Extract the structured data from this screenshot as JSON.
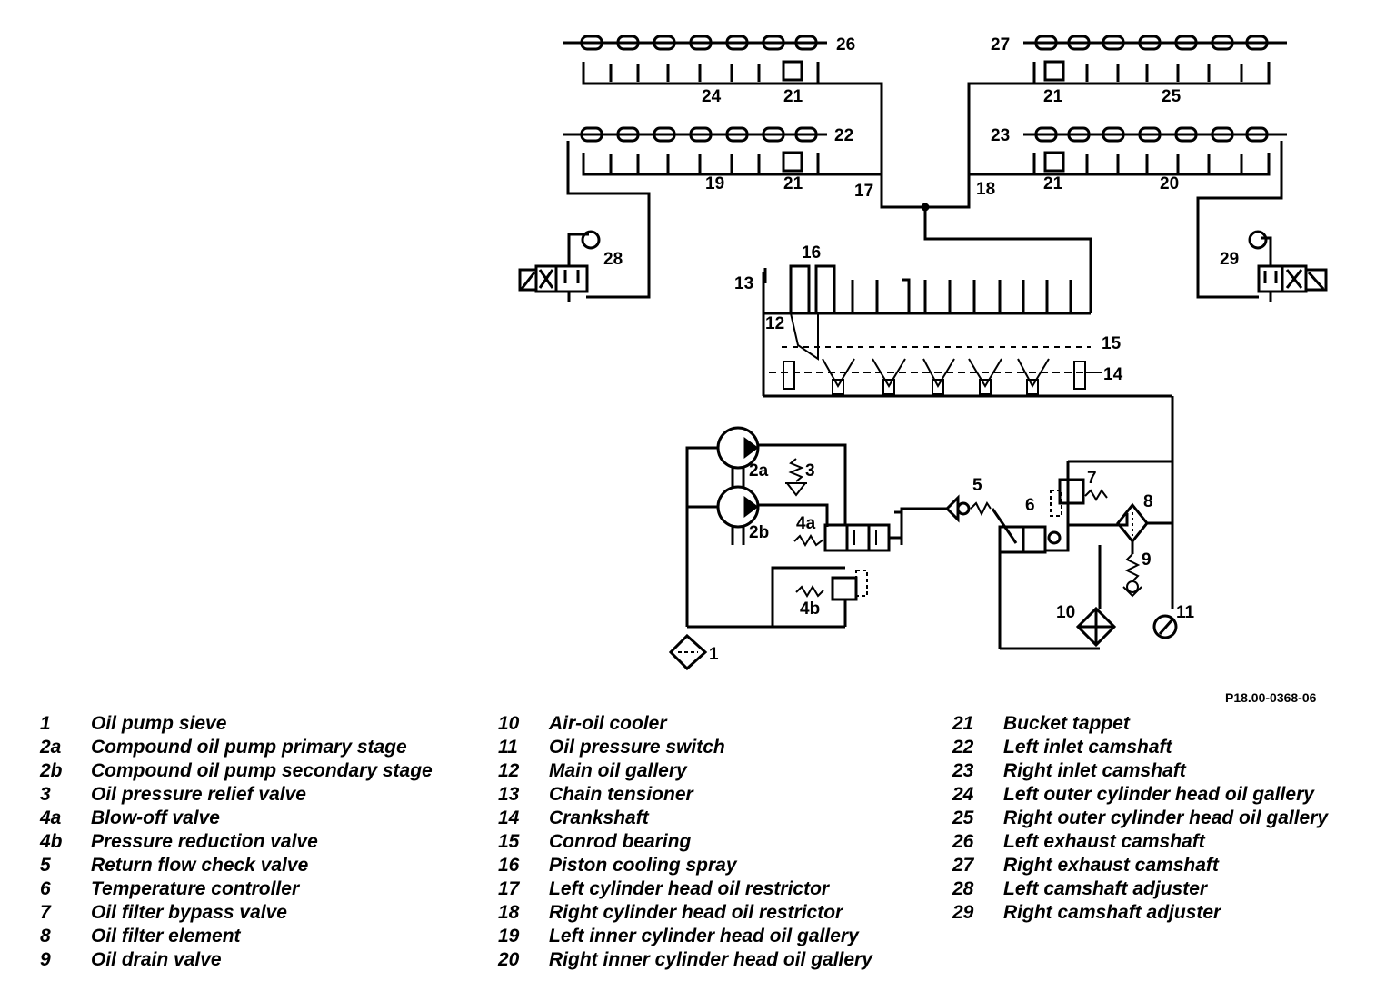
{
  "diagram": {
    "reference": "P18.00-0368-06",
    "labels": {
      "n1": "1",
      "n2a": "2a",
      "n2b": "2b",
      "n3": "3",
      "n4a": "4a",
      "n4b": "4b",
      "n5": "5",
      "n6": "6",
      "n7": "7",
      "n8": "8",
      "n9": "9",
      "n10": "10",
      "n11": "11",
      "n12": "12",
      "n13": "13",
      "n14": "14",
      "n15": "15",
      "n16": "16",
      "n17": "17",
      "n18": "18",
      "n19": "19",
      "n20": "20",
      "n21": "21",
      "n22": "22",
      "n23": "23",
      "n24": "24",
      "n25": "25",
      "n26": "26",
      "n27": "27",
      "n28": "28",
      "n29": "29"
    }
  },
  "legend": {
    "col1": [
      {
        "num": "1",
        "text": "Oil pump sieve"
      },
      {
        "num": "2a",
        "text": "Compound oil pump primary stage"
      },
      {
        "num": "2b",
        "text": "Compound oil pump secondary stage"
      },
      {
        "num": "3",
        "text": "Oil pressure relief valve"
      },
      {
        "num": "4a",
        "text": "Blow-off valve"
      },
      {
        "num": "4b",
        "text": "Pressure reduction valve"
      },
      {
        "num": "5",
        "text": "Return flow check valve"
      },
      {
        "num": "6",
        "text": "Temperature controller"
      },
      {
        "num": "7",
        "text": "Oil filter bypass valve"
      },
      {
        "num": "8",
        "text": "Oil filter element"
      },
      {
        "num": "9",
        "text": "Oil drain valve"
      }
    ],
    "col2": [
      {
        "num": "10",
        "text": "Air-oil cooler"
      },
      {
        "num": "11",
        "text": "Oil pressure switch"
      },
      {
        "num": "12",
        "text": "Main oil gallery"
      },
      {
        "num": "13",
        "text": "Chain tensioner"
      },
      {
        "num": "14",
        "text": "Crankshaft"
      },
      {
        "num": "15",
        "text": "Conrod bearing"
      },
      {
        "num": "16",
        "text": "Piston cooling spray"
      },
      {
        "num": "17",
        "text": "Left cylinder head oil restrictor"
      },
      {
        "num": "18",
        "text": "Right cylinder head oil restrictor"
      },
      {
        "num": "19",
        "text": "Left inner cylinder head oil gallery"
      },
      {
        "num": "20",
        "text": "Right inner cylinder head oil gallery"
      }
    ],
    "col3": [
      {
        "num": "21",
        "text": "Bucket tappet"
      },
      {
        "num": "22",
        "text": "Left inlet camshaft"
      },
      {
        "num": "23",
        "text": "Right inlet camshaft"
      },
      {
        "num": "24",
        "text": "Left outer cylinder head oil gallery"
      },
      {
        "num": "25",
        "text": "Right outer cylinder head oil gallery"
      },
      {
        "num": "26",
        "text": "Left exhaust camshaft"
      },
      {
        "num": "27",
        "text": "Right exhaust camshaft"
      },
      {
        "num": "28",
        "text": "Left camshaft adjuster"
      },
      {
        "num": "29",
        "text": "Right camshaft adjuster"
      }
    ]
  }
}
